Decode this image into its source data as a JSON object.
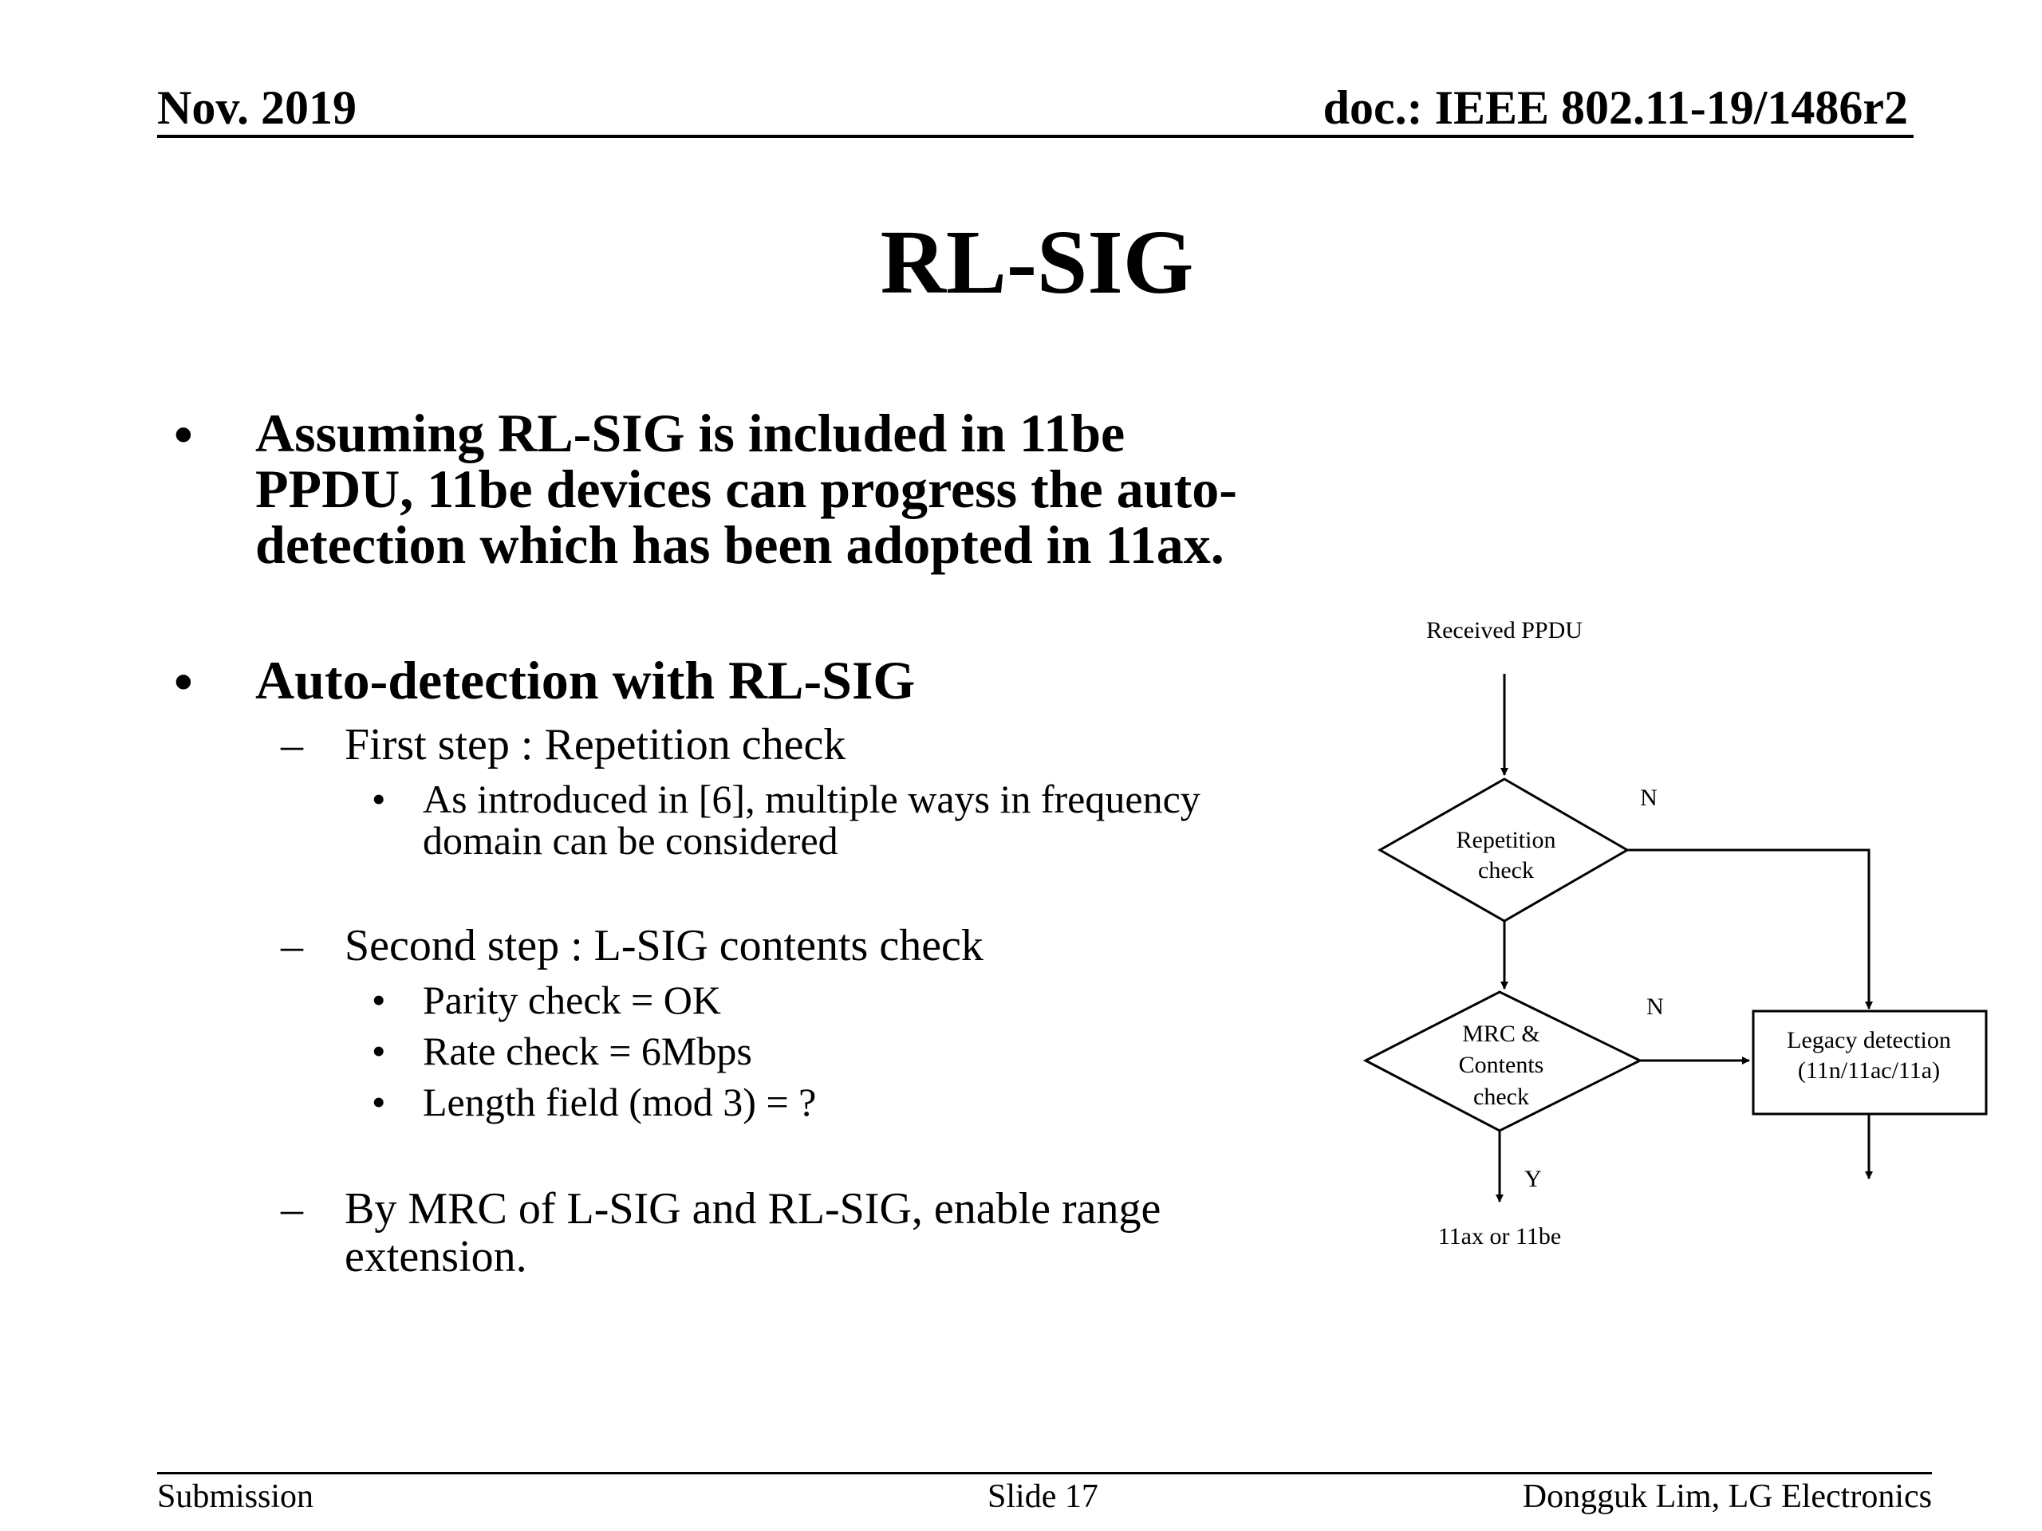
{
  "header": {
    "date": "Nov. 2019",
    "doc_id": "doc.: IEEE 802.11-19/1486r2"
  },
  "title": "RL-SIG",
  "content": {
    "bullet1": {
      "lines": [
        "Assuming RL-SIG is included in 11be",
        "PPDU, 11be devices can progress the auto-",
        "detection which has been adopted in 11ax."
      ]
    },
    "bullet2": {
      "text": "Auto-detection with RL-SIG",
      "step1": {
        "text": "First step : Repetition check",
        "items": [
          {
            "lines": [
              "As introduced in [6], multiple ways in frequency",
              "domain can be considered"
            ]
          }
        ]
      },
      "step2": {
        "text": "Second step : L-SIG contents check",
        "items": [
          "Parity check  = OK",
          "Rate check = 6Mbps",
          "Length field (mod 3) = ?"
        ]
      },
      "step3": {
        "lines": [
          "By MRC of L-SIG and RL-SIG, enable range",
          "extension."
        ]
      }
    },
    "bullet_glyph": "•",
    "dash_glyph": "–"
  },
  "flowchart": {
    "start": "Received PPDU",
    "decision1": [
      "Repetition",
      "check"
    ],
    "decision2": [
      "MRC &",
      "Contents",
      "check"
    ],
    "legacy_box": [
      "Legacy detection",
      "(11n/11ac/11a)"
    ],
    "no_label_1": "N",
    "no_label_2": "N",
    "yes_label": "Y",
    "end": "11ax or 11be"
  },
  "footer": {
    "left": "Submission",
    "center": "Slide 17",
    "right": "Dongguk Lim, LG Electronics"
  }
}
